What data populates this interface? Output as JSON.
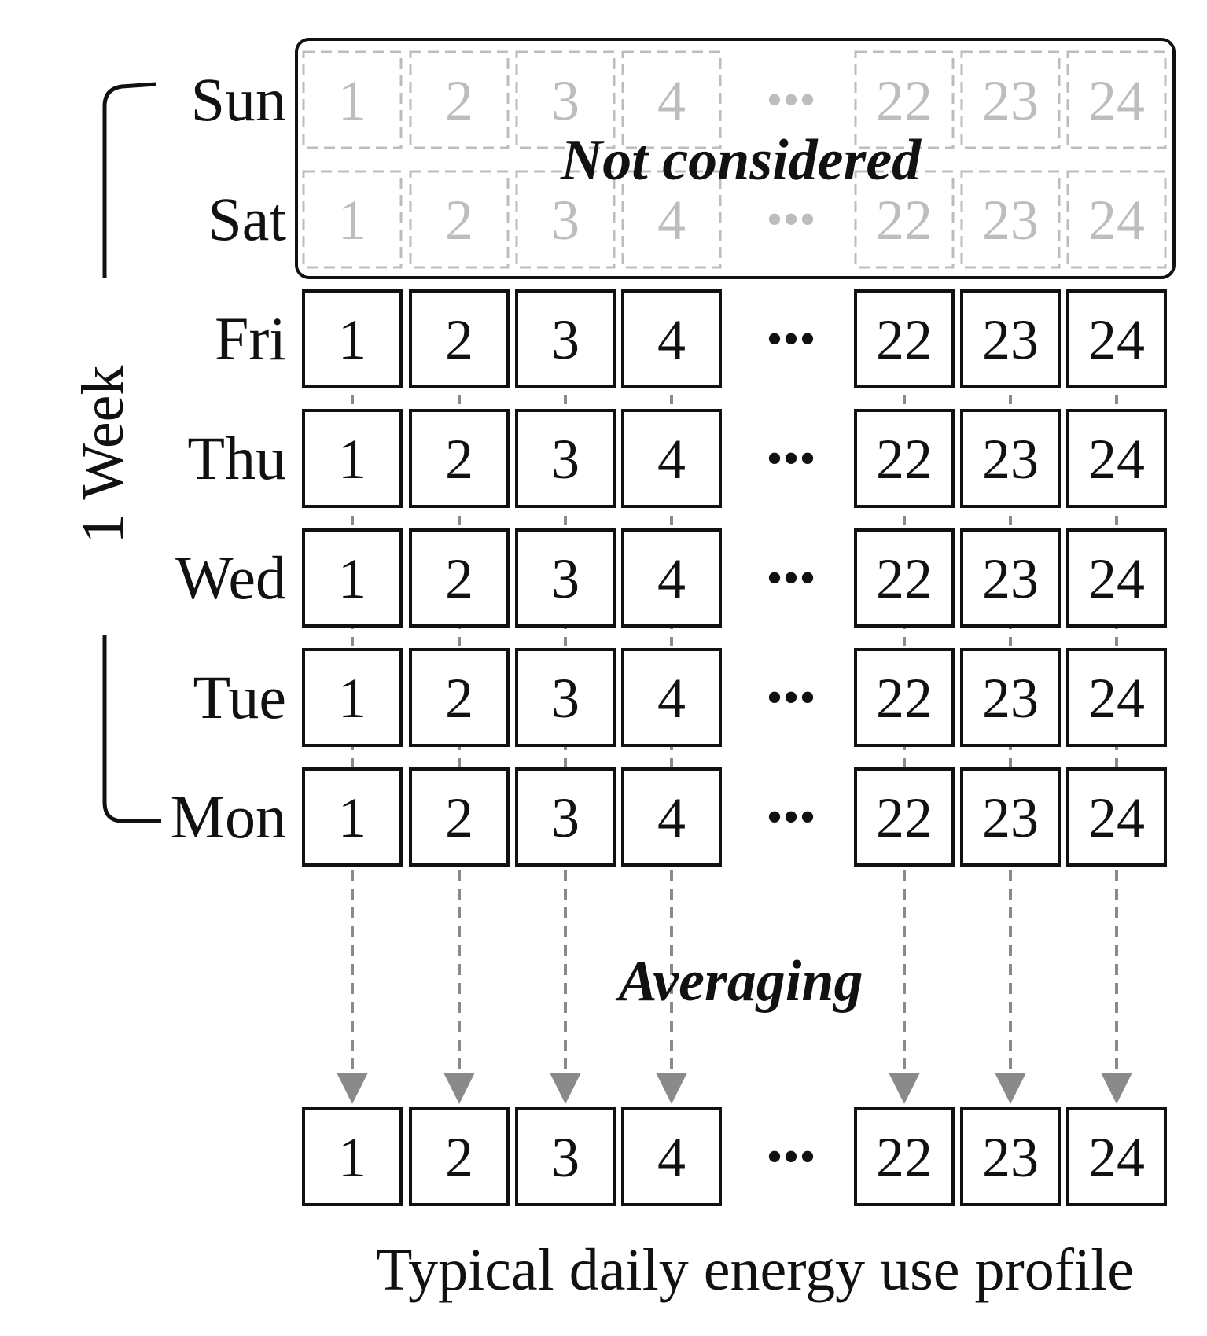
{
  "diagram": {
    "week_label": "1 Week",
    "not_considered_label": "Not considered",
    "averaging_label": "Averaging",
    "caption": "Typical daily energy use profile",
    "hours": [
      "1",
      "2",
      "3",
      "4",
      "22",
      "23",
      "24"
    ],
    "ellipsis": "•••",
    "excluded_days": [
      "Sun",
      "Sat"
    ],
    "included_days": [
      "Fri",
      "Thu",
      "Wed",
      "Tue",
      "Mon"
    ],
    "colors": {
      "ink": "#111111",
      "faded_text": "#bdbdbd",
      "faded_border": "#bdbdbd",
      "arrow": "#8a8a8a"
    }
  }
}
